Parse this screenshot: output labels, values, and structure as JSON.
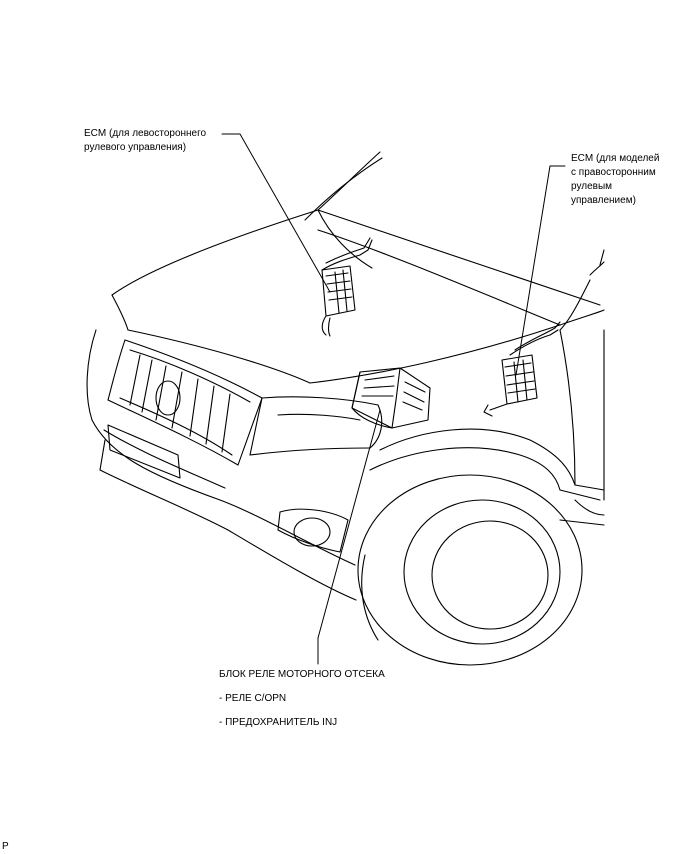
{
  "callouts": {
    "ecm_lhd": {
      "lines": [
        "ECM (для левостороннего",
        "рулевого управления)"
      ]
    },
    "ecm_rhd": {
      "lines": [
        "ECM (для моделей",
        "с правосторонним",
        "рулевым",
        "управлением)"
      ]
    },
    "relay_block": {
      "title": "БЛОК РЕЛЕ МОТОРНОГО ОТСЕКА",
      "items": [
        "- РЕЛЕ C/OPN",
        "- ПРЕДОХРАНИТЕЛЬ INJ"
      ]
    }
  },
  "corner_mark": "P"
}
